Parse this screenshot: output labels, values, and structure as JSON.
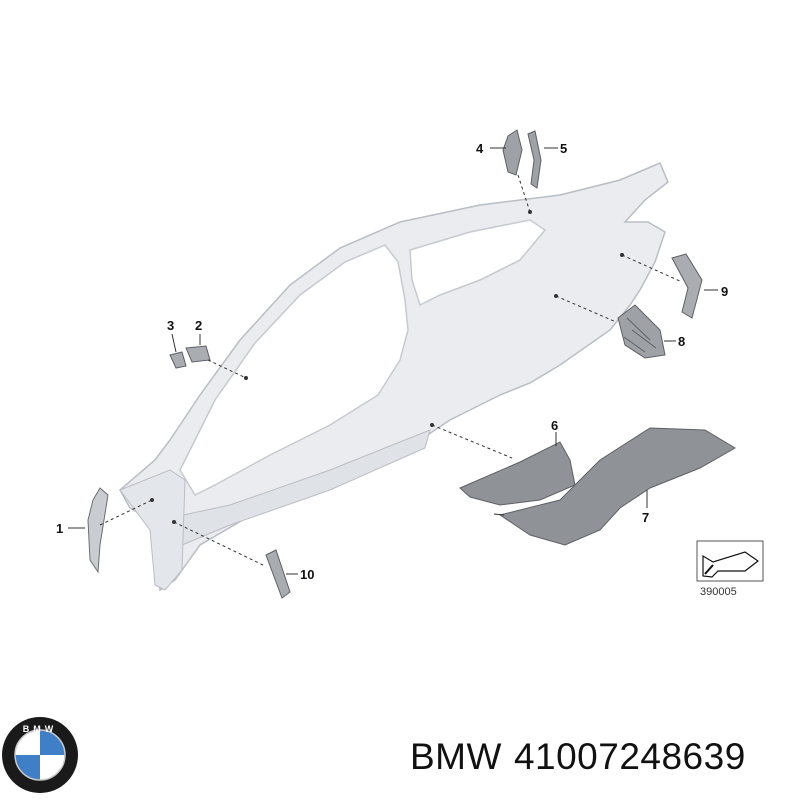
{
  "diagram": {
    "callouts": [
      "1",
      "2",
      "3",
      "4",
      "5",
      "6",
      "7",
      "8",
      "9",
      "10"
    ],
    "reference_code": "390005"
  },
  "caption": {
    "brand": "BMW",
    "part_number": "41007248639"
  },
  "logo": {
    "text": "BMW",
    "colors": {
      "ring": "#1a1a1a",
      "blue": "#3f7fc8",
      "white": "#ffffff"
    }
  },
  "colors": {
    "body_panel": "#eaecef",
    "body_outline": "#b9bec5",
    "part_fill": "#8f9297",
    "part_outline": "#5e6166",
    "leader_line": "#333333"
  }
}
